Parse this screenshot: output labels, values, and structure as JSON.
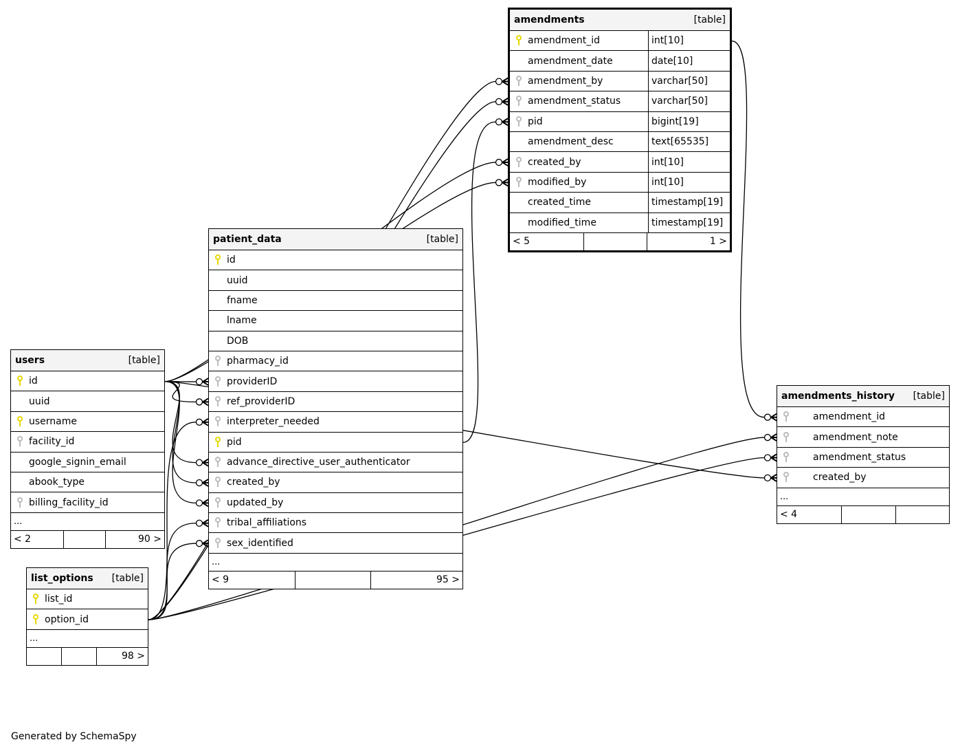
{
  "credit": "Generated by SchemaSpy",
  "colors": {
    "primary_key": "#e6d800",
    "foreign_key": "#bbbbbb",
    "header_bg": "#f4f4f4",
    "line": "#000000"
  },
  "tables": {
    "amendments": {
      "name": "amendments",
      "kind": "[table]",
      "columns": [
        {
          "name": "amendment_id",
          "type": "int[10]",
          "key": "primary"
        },
        {
          "name": "amendment_date",
          "type": "date[10]",
          "key": "none"
        },
        {
          "name": "amendment_by",
          "type": "varchar[50]",
          "key": "foreign"
        },
        {
          "name": "amendment_status",
          "type": "varchar[50]",
          "key": "foreign"
        },
        {
          "name": "pid",
          "type": "bigint[19]",
          "key": "foreign"
        },
        {
          "name": "amendment_desc",
          "type": "text[65535]",
          "key": "none"
        },
        {
          "name": "created_by",
          "type": "int[10]",
          "key": "foreign"
        },
        {
          "name": "modified_by",
          "type": "int[10]",
          "key": "foreign"
        },
        {
          "name": "created_time",
          "type": "timestamp[19]",
          "key": "none"
        },
        {
          "name": "modified_time",
          "type": "timestamp[19]",
          "key": "none"
        }
      ],
      "footer": {
        "parents": "< 5",
        "middle": "",
        "children": "1 >"
      }
    },
    "patient_data": {
      "name": "patient_data",
      "kind": "[table]",
      "columns": [
        {
          "name": "id",
          "key": "primary"
        },
        {
          "name": "uuid",
          "key": "none"
        },
        {
          "name": "fname",
          "key": "none"
        },
        {
          "name": "lname",
          "key": "none"
        },
        {
          "name": "DOB",
          "key": "none"
        },
        {
          "name": "pharmacy_id",
          "key": "foreign"
        },
        {
          "name": "providerID",
          "key": "foreign"
        },
        {
          "name": "ref_providerID",
          "key": "foreign"
        },
        {
          "name": "interpreter_needed",
          "key": "foreign"
        },
        {
          "name": "pid",
          "key": "primary"
        },
        {
          "name": "advance_directive_user_authenticator",
          "key": "foreign"
        },
        {
          "name": "created_by",
          "key": "foreign"
        },
        {
          "name": "updated_by",
          "key": "foreign"
        },
        {
          "name": "tribal_affiliations",
          "key": "foreign"
        },
        {
          "name": "sex_identified",
          "key": "foreign"
        }
      ],
      "more": "...",
      "footer": {
        "parents": "< 9",
        "middle": "",
        "children": "95 >"
      }
    },
    "users": {
      "name": "users",
      "kind": "[table]",
      "columns": [
        {
          "name": "id",
          "key": "primary"
        },
        {
          "name": "uuid",
          "key": "none"
        },
        {
          "name": "username",
          "key": "primary"
        },
        {
          "name": "facility_id",
          "key": "foreign"
        },
        {
          "name": "google_signin_email",
          "key": "none"
        },
        {
          "name": "abook_type",
          "key": "none"
        },
        {
          "name": "billing_facility_id",
          "key": "foreign"
        }
      ],
      "more": "...",
      "footer": {
        "parents": "< 2",
        "middle": "",
        "children": "90 >"
      }
    },
    "list_options": {
      "name": "list_options",
      "kind": "[table]",
      "columns": [
        {
          "name": "list_id",
          "key": "primary"
        },
        {
          "name": "option_id",
          "key": "primary"
        }
      ],
      "more": "...",
      "footer": {
        "parents": "",
        "middle": "",
        "children": "98 >"
      }
    },
    "amendments_history": {
      "name": "amendments_history",
      "kind": "[table]",
      "columns": [
        {
          "name": "amendment_id",
          "key": "foreign"
        },
        {
          "name": "amendment_note",
          "key": "foreign"
        },
        {
          "name": "amendment_status",
          "key": "foreign"
        },
        {
          "name": "created_by",
          "key": "foreign"
        }
      ],
      "more": "...",
      "footer": {
        "parents": "< 4",
        "middle": "",
        "children": ""
      }
    }
  },
  "relationships": [
    {
      "from": "users.id",
      "to": "patient_data.providerID"
    },
    {
      "from": "users.id",
      "to": "patient_data.ref_providerID"
    },
    {
      "from": "users.id",
      "to": "patient_data.advance_directive_user_authenticator"
    },
    {
      "from": "users.id",
      "to": "patient_data.created_by"
    },
    {
      "from": "users.id",
      "to": "patient_data.updated_by"
    },
    {
      "from": "users.id",
      "to": "amendments.created_by"
    },
    {
      "from": "users.id",
      "to": "amendments.modified_by"
    },
    {
      "from": "users.id",
      "to": "amendments_history.created_by"
    },
    {
      "from": "list_options.option_id",
      "to": "patient_data.interpreter_needed"
    },
    {
      "from": "list_options.option_id",
      "to": "patient_data.tribal_affiliations"
    },
    {
      "from": "list_options.option_id",
      "to": "patient_data.sex_identified"
    },
    {
      "from": "list_options.option_id",
      "to": "amendments.amendment_by"
    },
    {
      "from": "list_options.option_id",
      "to": "amendments.amendment_status"
    },
    {
      "from": "list_options.option_id",
      "to": "amendments_history.amendment_note"
    },
    {
      "from": "list_options.option_id",
      "to": "amendments_history.amendment_status"
    },
    {
      "from": "patient_data.pid",
      "to": "amendments.pid"
    },
    {
      "from": "amendments.amendment_id",
      "to": "amendments_history.amendment_id"
    }
  ]
}
